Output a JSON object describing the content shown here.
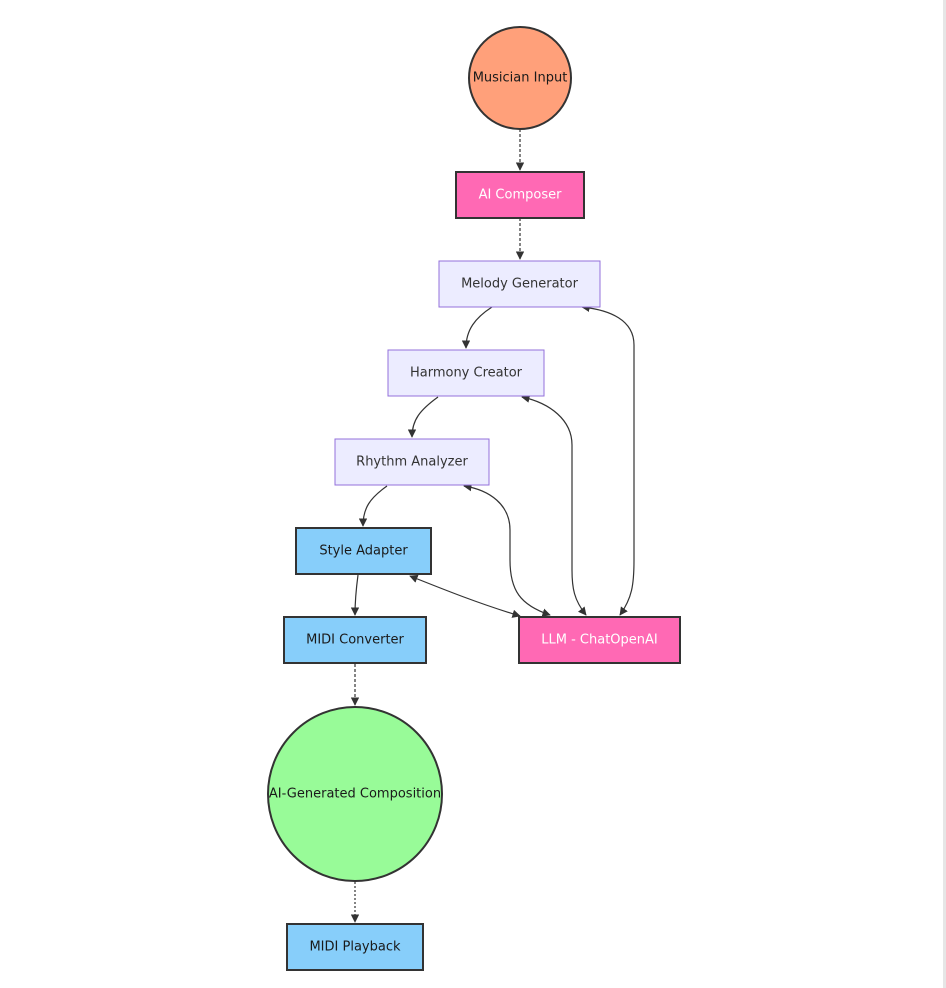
{
  "nodes": {
    "musician_input": {
      "label": "Musician Input",
      "fill": "#ffa07a",
      "stroke": "#333333",
      "text_color": "#1a1a1a"
    },
    "ai_composer": {
      "label": "AI Composer",
      "fill": "#ff69b4",
      "stroke": "#333333",
      "text_color": "#ffffff"
    },
    "melody_generator": {
      "label": "Melody Generator",
      "fill": "#ececff",
      "stroke": "#9370db",
      "text_color": "#333333"
    },
    "harmony_creator": {
      "label": "Harmony Creator",
      "fill": "#ececff",
      "stroke": "#9370db",
      "text_color": "#333333"
    },
    "rhythm_analyzer": {
      "label": "Rhythm Analyzer",
      "fill": "#ececff",
      "stroke": "#9370db",
      "text_color": "#333333"
    },
    "style_adapter": {
      "label": "Style Adapter",
      "fill": "#87cefa",
      "stroke": "#333333",
      "text_color": "#1a1a1a"
    },
    "midi_converter": {
      "label": "MIDI Converter",
      "fill": "#87cefa",
      "stroke": "#333333",
      "text_color": "#1a1a1a"
    },
    "llm_chatopenai": {
      "label": "LLM - ChatOpenAI",
      "fill": "#ff69b4",
      "stroke": "#333333",
      "text_color": "#ffffff"
    },
    "ai_generated_composition": {
      "label": "AI-Generated Composition",
      "fill": "#98fb98",
      "stroke": "#333333",
      "text_color": "#1a1a1a"
    },
    "midi_playback": {
      "label": "MIDI Playback",
      "fill": "#87cefa",
      "stroke": "#333333",
      "text_color": "#1a1a1a"
    }
  },
  "edges": [
    {
      "from": "musician_input",
      "to": "ai_composer",
      "style": "dashed"
    },
    {
      "from": "ai_composer",
      "to": "melody_generator",
      "style": "dashed"
    },
    {
      "from": "melody_generator",
      "to": "harmony_creator",
      "style": "solid"
    },
    {
      "from": "harmony_creator",
      "to": "rhythm_analyzer",
      "style": "solid"
    },
    {
      "from": "rhythm_analyzer",
      "to": "style_adapter",
      "style": "solid"
    },
    {
      "from": "style_adapter",
      "to": "midi_converter",
      "style": "solid"
    },
    {
      "from": "midi_converter",
      "to": "ai_generated_composition",
      "style": "dashed"
    },
    {
      "from": "ai_generated_composition",
      "to": "midi_playback",
      "style": "dotted"
    },
    {
      "from": "llm_chatopenai",
      "to": "melody_generator",
      "style": "bidirectional"
    },
    {
      "from": "llm_chatopenai",
      "to": "harmony_creator",
      "style": "bidirectional"
    },
    {
      "from": "llm_chatopenai",
      "to": "rhythm_analyzer",
      "style": "bidirectional"
    },
    {
      "from": "llm_chatopenai",
      "to": "style_adapter",
      "style": "bidirectional"
    }
  ],
  "colors": {
    "edge": "#333333",
    "background": "#ffffff"
  }
}
